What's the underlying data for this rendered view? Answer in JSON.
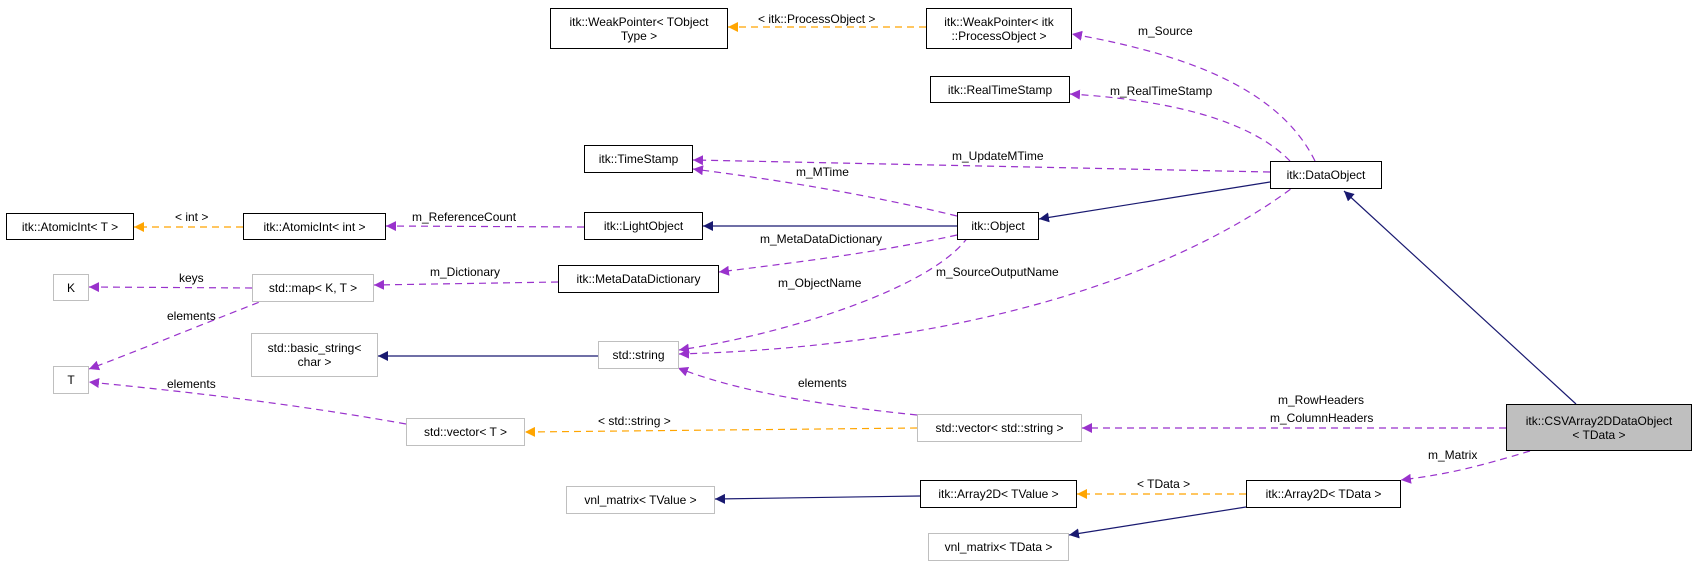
{
  "nodes": {
    "weakptr_generic": [
      "itk::WeakPointer< TObject",
      "Type >"
    ],
    "weakptr_processobject": [
      "itk::WeakPointer< itk",
      "::ProcessObject >"
    ],
    "realtimestamp": [
      "itk::RealTimeStamp"
    ],
    "timestamp": [
      "itk::TimeStamp"
    ],
    "dataobject": [
      "itk::DataObject"
    ],
    "atomicint_generic": [
      "itk::AtomicInt< T >"
    ],
    "atomicint_int": [
      "itk::AtomicInt< int >"
    ],
    "lightobject": [
      "itk::LightObject"
    ],
    "object": [
      "itk::Object"
    ],
    "k": [
      "K"
    ],
    "map": [
      "std::map< K, T >"
    ],
    "metadatadictionary": [
      "itk::MetaDataDictionary"
    ],
    "t": [
      "T"
    ],
    "basic_string": [
      "std::basic_string<",
      "char >"
    ],
    "string": [
      "std::string"
    ],
    "vector_t": [
      "std::vector< T >"
    ],
    "vector_string": [
      "std::vector< std::string >"
    ],
    "csvarray": [
      "itk::CSVArray2DDataObject",
      "< TData >"
    ],
    "vnl_tvalue": [
      "vnl_matrix< TValue >"
    ],
    "array2d_tvalue": [
      "itk::Array2D< TValue >"
    ],
    "array2d_tdata": [
      "itk::Array2D< TData >"
    ],
    "vnl_tdata": [
      "vnl_matrix< TData >"
    ]
  },
  "edge_labels": {
    "processobject": "< itk::ProcessObject >",
    "source": "m_Source",
    "realtimestamp": "m_RealTimeStamp",
    "updatemtime": "m_UpdateMTime",
    "mtime": "m_MTime",
    "int": "< int >",
    "referencecount": "m_ReferenceCount",
    "metadatadictionary": "m_MetaDataDictionary",
    "keys": "keys",
    "dictionary": "m_Dictionary",
    "objectname": "m_ObjectName",
    "sourceoutputname": "m_SourceOutputName",
    "map_elements": "elements",
    "vector_elements": "elements",
    "string_elements": "elements",
    "std_string": "< std::string >",
    "rowheaders": "m_RowHeaders",
    "columnheaders": "m_ColumnHeaders",
    "matrix": "m_Matrix",
    "tdata": "< TData >"
  },
  "colors": {
    "inheritance": "#191970",
    "usage": "#9932cc",
    "template": "#ffa500",
    "focus_fill": "#bfbfbf",
    "gray_border": "#bfbfbf"
  }
}
